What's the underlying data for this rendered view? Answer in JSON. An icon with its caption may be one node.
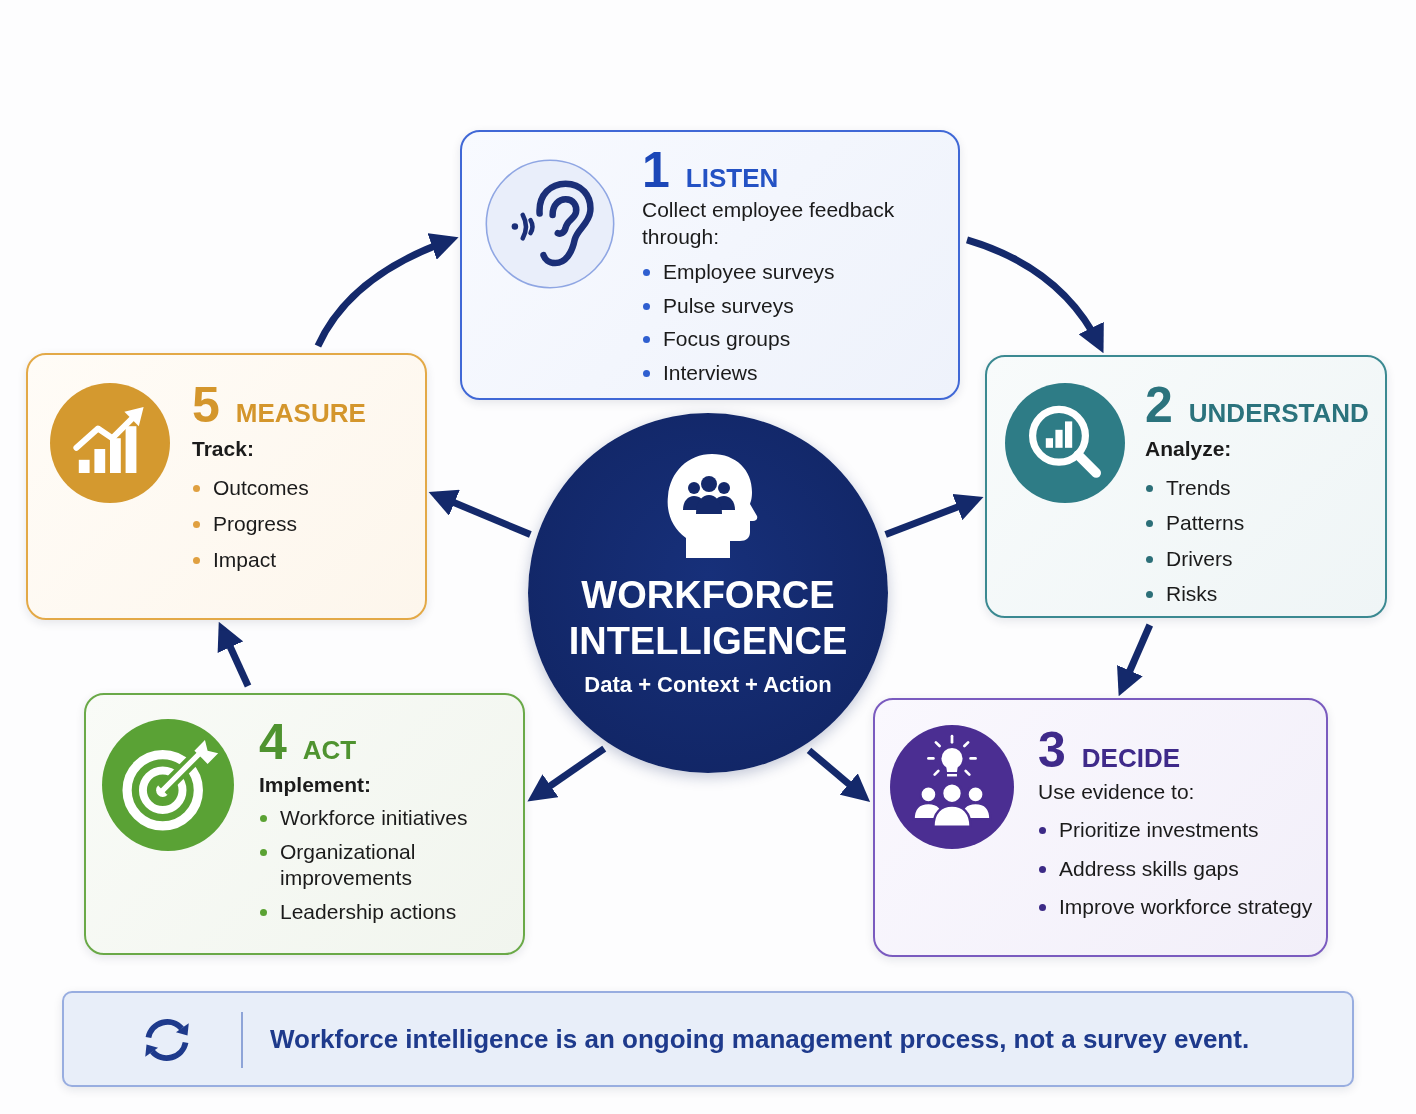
{
  "diagram": {
    "nodes": [
      {
        "text": [
          "1",
          "LISTEN",
          "Collect employee feedback through:",
          "Employee surveys",
          "Pulse surveys",
          "Focus groups",
          "Interviews"
        ]
      },
      {
        "text": [
          "2",
          "UNDERSTAND",
          "Analyze:",
          "Trends",
          "Patterns",
          "Drivers",
          "Risks"
        ]
      },
      {
        "text": [
          "3",
          "DECIDE",
          "Use evidence to:",
          "Prioritize investments",
          "Address skills gaps",
          "Improve workforce strategy"
        ]
      },
      {
        "text": [
          "4",
          "ACT",
          "Implement:",
          "Workforce initiatives",
          "Organizational improvements",
          "Leadership actions"
        ]
      },
      {
        "text": [
          "5",
          "MEASURE",
          "Track:",
          "Outcomes",
          "Progress",
          "Impact"
        ]
      },
      {
        "text": [
          "WORKFORCE INTELLIGENCE",
          "Data + Context + Action"
        ]
      },
      {
        "text": [
          "Workforce intelligence is an ongoing management process, not a survey event."
        ]
      }
    ],
    "edges": [
      {
        "from": 0,
        "to": 1,
        "arrow": "to"
      },
      {
        "from": 1,
        "to": 2,
        "arrow": "to"
      },
      {
        "from": 3,
        "to": 4,
        "arrow": "to"
      },
      {
        "from": 4,
        "to": 0,
        "arrow": "to"
      },
      {
        "from": 5,
        "to": 4,
        "arrow": "to"
      },
      {
        "from": 5,
        "to": 1,
        "arrow": "to"
      },
      {
        "from": 5,
        "to": 3,
        "arrow": "to"
      },
      {
        "from": 5,
        "to": 2,
        "arrow": "to"
      }
    ]
  }
}
